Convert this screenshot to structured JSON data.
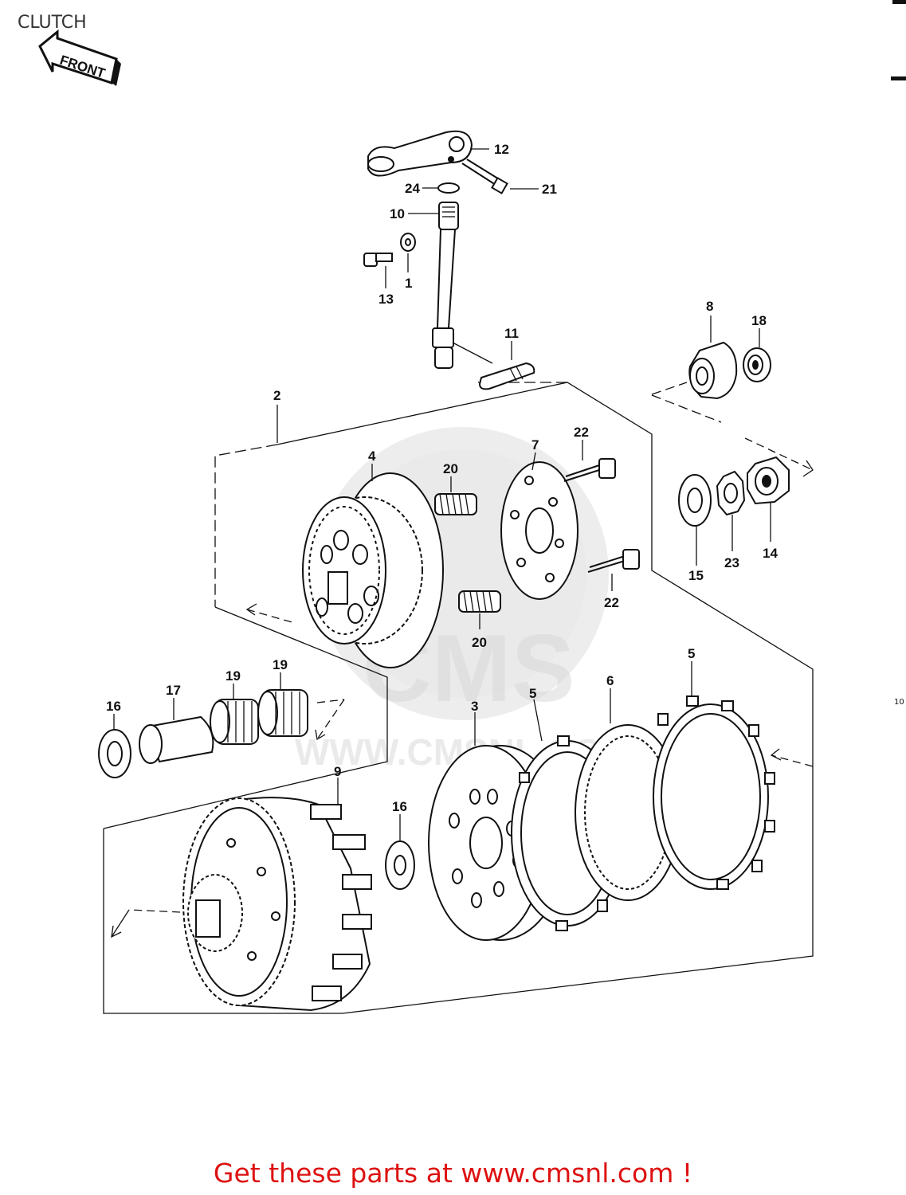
{
  "title": "CLUTCH",
  "front_arrow": "FRONT",
  "page_mark": "10",
  "footer": "Get these parts at www.cmsnl.com !",
  "watermark": {
    "logo": "CMS",
    "url": "WWW.CMSNL.COM"
  },
  "callouts": {
    "c1": "1",
    "c2": "2",
    "c3": "3",
    "c4": "4",
    "c5a": "5",
    "c5b": "5",
    "c6": "6",
    "c7": "7",
    "c8": "8",
    "c9": "9",
    "c10": "10",
    "c11": "11",
    "c12": "12",
    "c13": "13",
    "c14": "14",
    "c15": "15",
    "c16a": "16",
    "c16b": "16",
    "c17": "17",
    "c18": "18",
    "c19a": "19",
    "c19b": "19",
    "c20a": "20",
    "c20b": "20",
    "c21": "21",
    "c22a": "22",
    "c22b": "22",
    "c23": "23",
    "c24": "24"
  },
  "colors": {
    "line": "#111111",
    "footer": "#dd1111",
    "watermark": "#d9d9d9"
  }
}
